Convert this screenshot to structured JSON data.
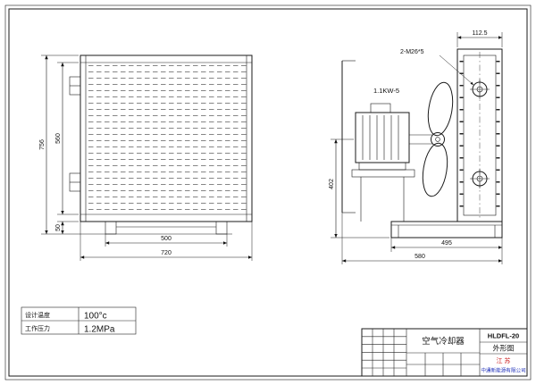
{
  "front_view": {
    "dim_overall_height": "756",
    "dim_core_height": "560",
    "dim_leg_height": "50",
    "dim_base_width": "500",
    "dim_overall_width": "720"
  },
  "side_view": {
    "dim_depth": "112.5",
    "bolt_note": "2-M26*5",
    "motor_label": "1.1KW-5",
    "dim_center_height": "402",
    "dim_base_width": "495",
    "dim_overall_width": "580"
  },
  "specs": {
    "temperature_label": "设计温度",
    "temperature_value": "100°c",
    "pressure_label": "工作压力",
    "pressure_value": "1.2MPa"
  },
  "title_block": {
    "product_name": "空气冷却器",
    "model": "HLDFL-20",
    "drawing_type": "外形图",
    "company_region": "江 苏",
    "company_name": "中通新能源有限公司"
  },
  "colors": {
    "line": "#1a1a1a",
    "region_text": "#cc2222",
    "company_text": "#2233bb"
  }
}
